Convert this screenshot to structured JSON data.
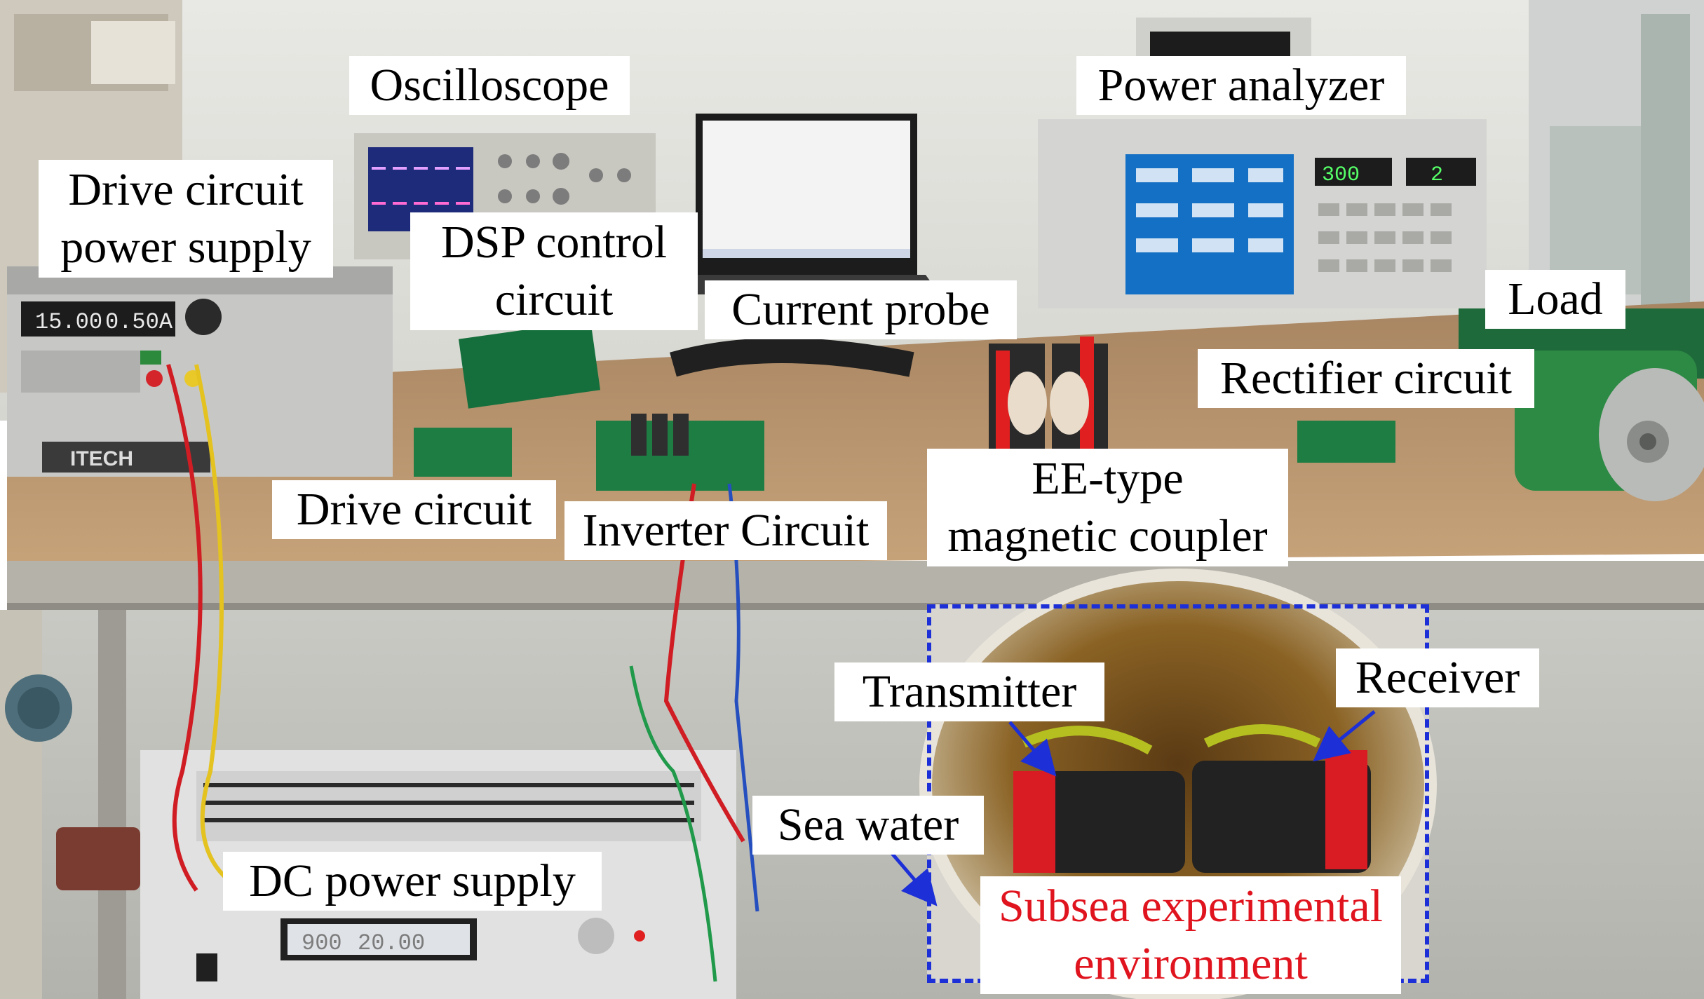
{
  "figure": {
    "labels": {
      "oscilloscope": "Oscilloscope",
      "power_analyzer": "Power analyzer",
      "drive_circuit_power_supply_line1": "Drive circuit",
      "drive_circuit_power_supply_line2": "power supply",
      "dsp_control_circuit_line1": "DSP control",
      "dsp_control_circuit_line2": "circuit",
      "current_probe": "Current probe",
      "load": "Load",
      "rectifier_circuit": "Rectifier circuit",
      "ee_coupler_line1": "EE-type",
      "ee_coupler_line2": "magnetic coupler",
      "drive_circuit": "Drive circuit",
      "inverter_circuit": "Inverter Circuit",
      "dc_power_supply": "DC power supply",
      "transmitter": "Transmitter",
      "receiver": "Receiver",
      "sea_water": "Sea water",
      "subsea_line1": "Subsea experimental",
      "subsea_line2": "environment"
    },
    "device_readouts": {
      "drive_supply_voltage": "15.00",
      "drive_supply_current": "0.50A",
      "drive_supply_brand": "ITECH",
      "dc_supply_voltage": "900",
      "dc_supply_current": "20.00",
      "analyzer_left": "300",
      "analyzer_right": "2"
    },
    "colors": {
      "inset_border": "#1d2fd6",
      "subsea_text": "#e0141e",
      "arrow": "#1d2fd6"
    }
  }
}
